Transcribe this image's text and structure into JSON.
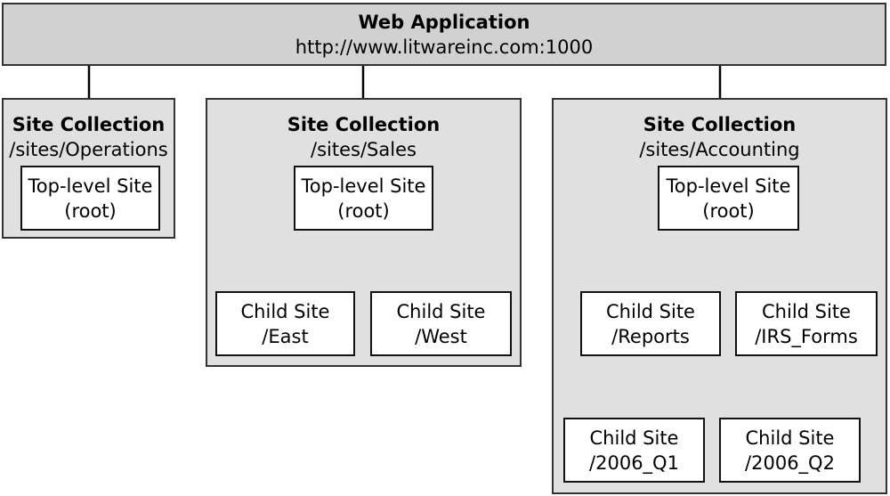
{
  "web_application": {
    "title": "Web Application",
    "url": "http://www.litwareinc.com:1000"
  },
  "site_collections": [
    {
      "title": "Site Collection",
      "path": "/sites/Operations",
      "top_level_site": {
        "title": "Top-level Site",
        "path": "(root)"
      }
    },
    {
      "title": "Site Collection",
      "path": "/sites/Sales",
      "top_level_site": {
        "title": "Top-level Site",
        "path": "(root)"
      },
      "children": [
        {
          "title": "Child Site",
          "path": "/East"
        },
        {
          "title": "Child Site",
          "path": "/West"
        }
      ]
    },
    {
      "title": "Site Collection",
      "path": "/sites/Accounting",
      "top_level_site": {
        "title": "Top-level Site",
        "path": "(root)"
      },
      "children": [
        {
          "title": "Child Site",
          "path": "/Reports",
          "children": [
            {
              "title": "Child Site",
              "path": "/2006_Q1"
            },
            {
              "title": "Child Site",
              "path": "/2006_Q2"
            }
          ]
        },
        {
          "title": "Child Site",
          "path": "/IRS_Forms"
        }
      ]
    }
  ]
}
